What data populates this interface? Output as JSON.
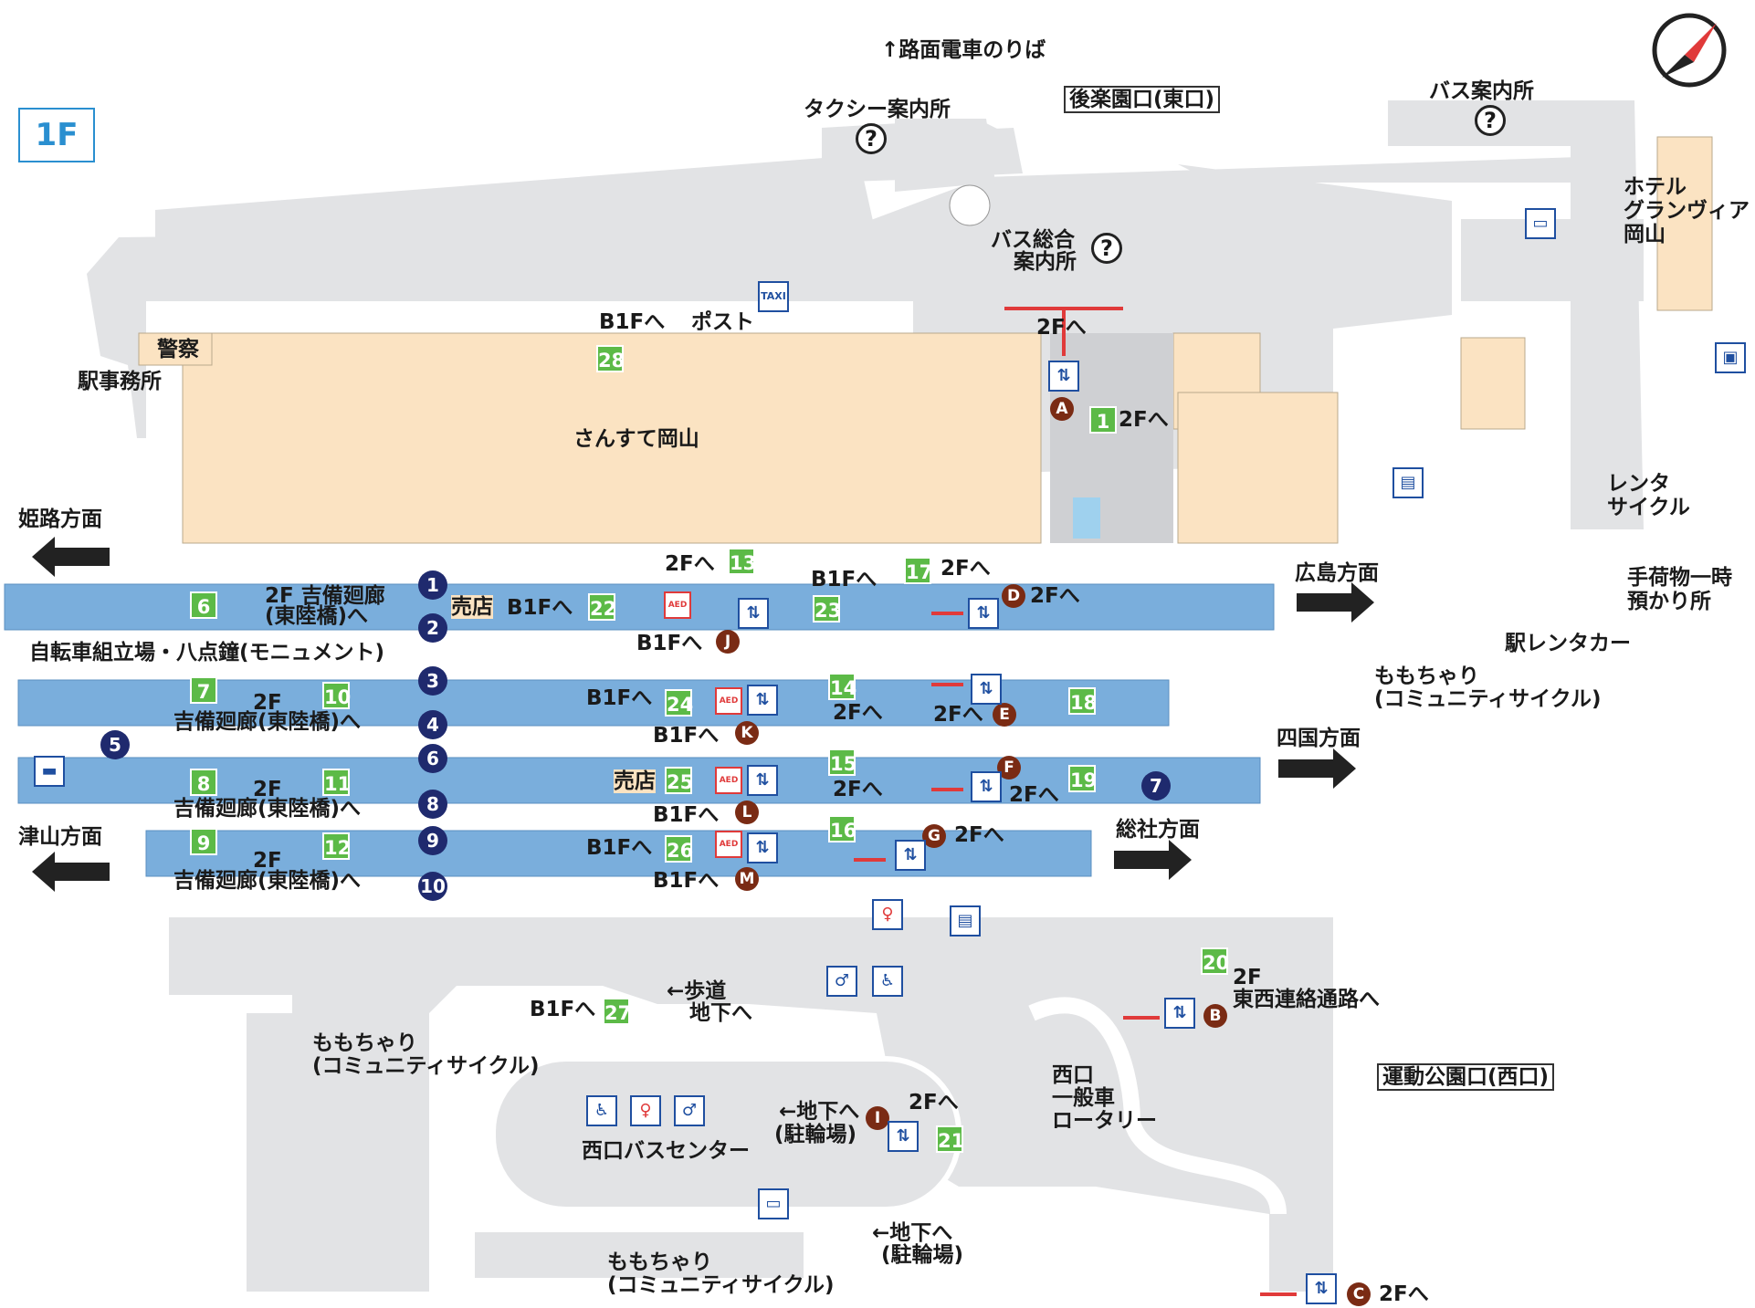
{
  "floor": "1F",
  "colors": {
    "platform": "#7aaedc",
    "concourse": "#e2e3e5",
    "shop": "#fbe3c2",
    "number_green": "#5cba47",
    "platform_num": "#1f2a6e",
    "elevator_marker": "#7a2b14",
    "arrow_red": "#e03a3a"
  },
  "top": {
    "tram": "↑路面電車のりば",
    "east_exit": "後楽園口(東口)",
    "bus_info": "バス案内所",
    "taxi_info": "タクシー案内所",
    "bus_center_info_1": "バス総合",
    "bus_center_info_2": "案内所",
    "hotel_1": "ホテル",
    "hotel_2": "グランヴィア",
    "hotel_3": "岡山"
  },
  "station": {
    "police": "警察",
    "office": "駅事務所",
    "b1f": "B1Fへ",
    "post": "ポスト",
    "sunste": "さんすて岡山",
    "to2f_a": "2Fへ",
    "to2f_1": "2Fへ"
  },
  "directions": {
    "himeji": "姫路方面",
    "hiroshima": "広島方面",
    "shikoku": "四国方面",
    "tsuyama": "津山方面",
    "soja": "総社方面"
  },
  "platform_labels": {
    "row1_2f": "2F 吉備廻廊",
    "row1_2f_sub": "(東陸橋)へ",
    "shop": "売店",
    "b1f": "B1Fへ",
    "b1f_17": "B1Fへ",
    "to2f": "2Fへ",
    "b1f_j": "B1Fへ",
    "bike_monument": "自転車組立場・八点鐘(モニュメント)",
    "corridor": "吉備廻廊(東陸橋)へ",
    "twoF": "2F",
    "b1f_k": "B1Fへ",
    "to2f_e": "2Fへ",
    "to2f_14": "2Fへ",
    "shop2": "売店",
    "b1f_l": "B1Fへ",
    "to2f_15": "2Fへ",
    "to2f_19": "2Fへ",
    "b1f_m": "B1Fへ",
    "to2f_g": "2Fへ",
    "b1f_26": "B1Fへ"
  },
  "right_labels": {
    "rental_cycle_1": "レンタ",
    "rental_cycle_2": "サイクル",
    "baggage_1": "手荷物一時",
    "baggage_2": "預かり所",
    "car_rental": "駅レンタカー",
    "momo_1": "ももちゃり",
    "momo_2": "(コミュニティサイクル)"
  },
  "west": {
    "exit": "運動公園口(西口)",
    "rotary_1": "西口",
    "rotary_2": "一般車",
    "rotary_3": "ロータリー",
    "bus_center": "西口バスセンター",
    "to2f_b": "2F",
    "connect": "東西連絡通路へ",
    "walk_1": "←歩道",
    "walk_2": "地下へ",
    "b1f_27": "B1Fへ",
    "underground_1": "←地下へ",
    "parking": "(駐輪場)",
    "to2f_i": "2Fへ",
    "to2f_c": "2Fへ",
    "momo_a1": "ももちゃり",
    "momo_a2": "(コミュニティサイクル)",
    "momo_b1": "ももちゃり",
    "momo_b2": "(コミュニティサイクル)"
  },
  "green_numbers": [
    "1",
    "6",
    "7",
    "8",
    "9",
    "10",
    "11",
    "12",
    "13",
    "14",
    "15",
    "16",
    "17",
    "18",
    "19",
    "20",
    "21",
    "22",
    "23",
    "24",
    "25",
    "26",
    "27",
    "28"
  ],
  "platform_numbers": [
    "1",
    "2",
    "3",
    "4",
    "5",
    "6",
    "7",
    "8",
    "9",
    "10"
  ],
  "elevator_letters": [
    "A",
    "B",
    "C",
    "D",
    "E",
    "F",
    "G",
    "I",
    "J",
    "K",
    "L",
    "M"
  ],
  "icons": {
    "info": "?",
    "taxi": "TAXI",
    "aed": "AED"
  }
}
